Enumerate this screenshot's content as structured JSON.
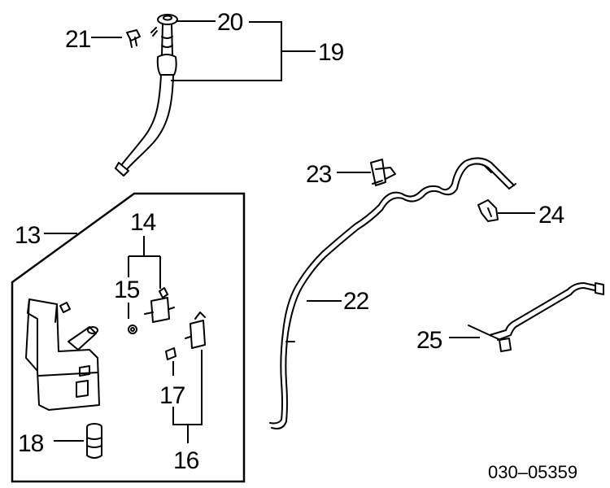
{
  "diagram": {
    "callouts": {
      "c13": "13",
      "c14": "14",
      "c15": "15",
      "c16": "16",
      "c17": "17",
      "c18": "18",
      "c19": "19",
      "c20": "20",
      "c21": "21",
      "c22": "22",
      "c23": "23",
      "c24": "24",
      "c25": "25"
    },
    "figure_code": "030–05359"
  }
}
